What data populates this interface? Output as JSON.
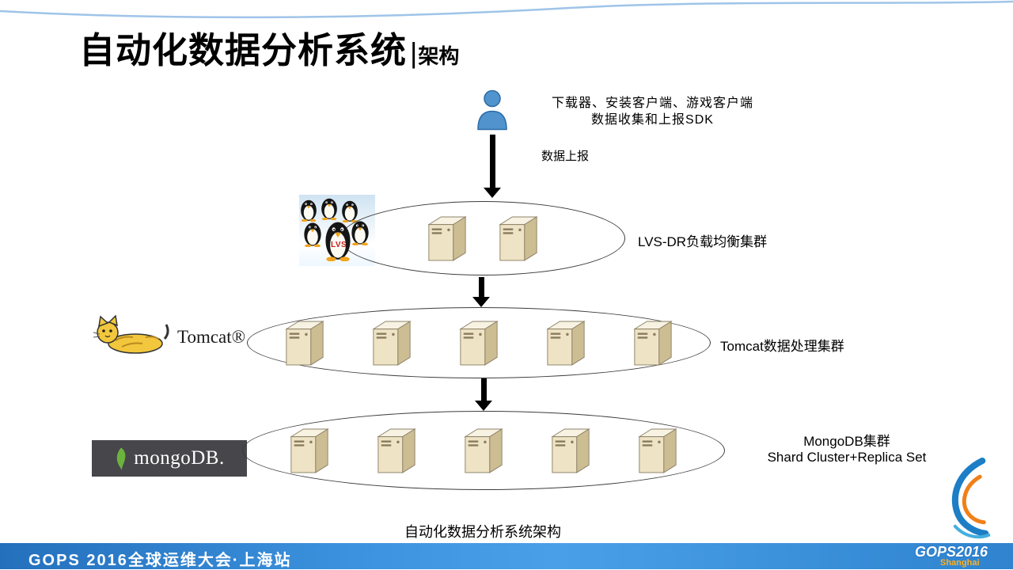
{
  "slide": {
    "title": "自动化数据分析系统",
    "title_divider": "|",
    "subtitle": "架构",
    "caption": "自动化数据分析系统架构"
  },
  "source": {
    "label_line1": "下载器、安装客户端、游戏客户端",
    "label_line2": "数据收集和上报SDK",
    "arrow_label": "数据上报"
  },
  "clusters": [
    {
      "name": "lvs",
      "label": "LVS-DR负载均衡集群",
      "server_count": 2,
      "logo_badge": "LVS"
    },
    {
      "name": "tomcat",
      "label": "Tomcat数据处理集群",
      "server_count": 5,
      "logo_text": "Tomcat®"
    },
    {
      "name": "mongodb",
      "label_line1": "MongoDB集群",
      "label_line2": "Shard Cluster+Replica Set",
      "server_count": 5,
      "logo_text": "mongoDB."
    }
  ],
  "footer": {
    "left_text": "GOPS 2016全球运维大会·上海站",
    "brand_title": "GOPS2016",
    "brand_subtitle": "Shanghai"
  }
}
